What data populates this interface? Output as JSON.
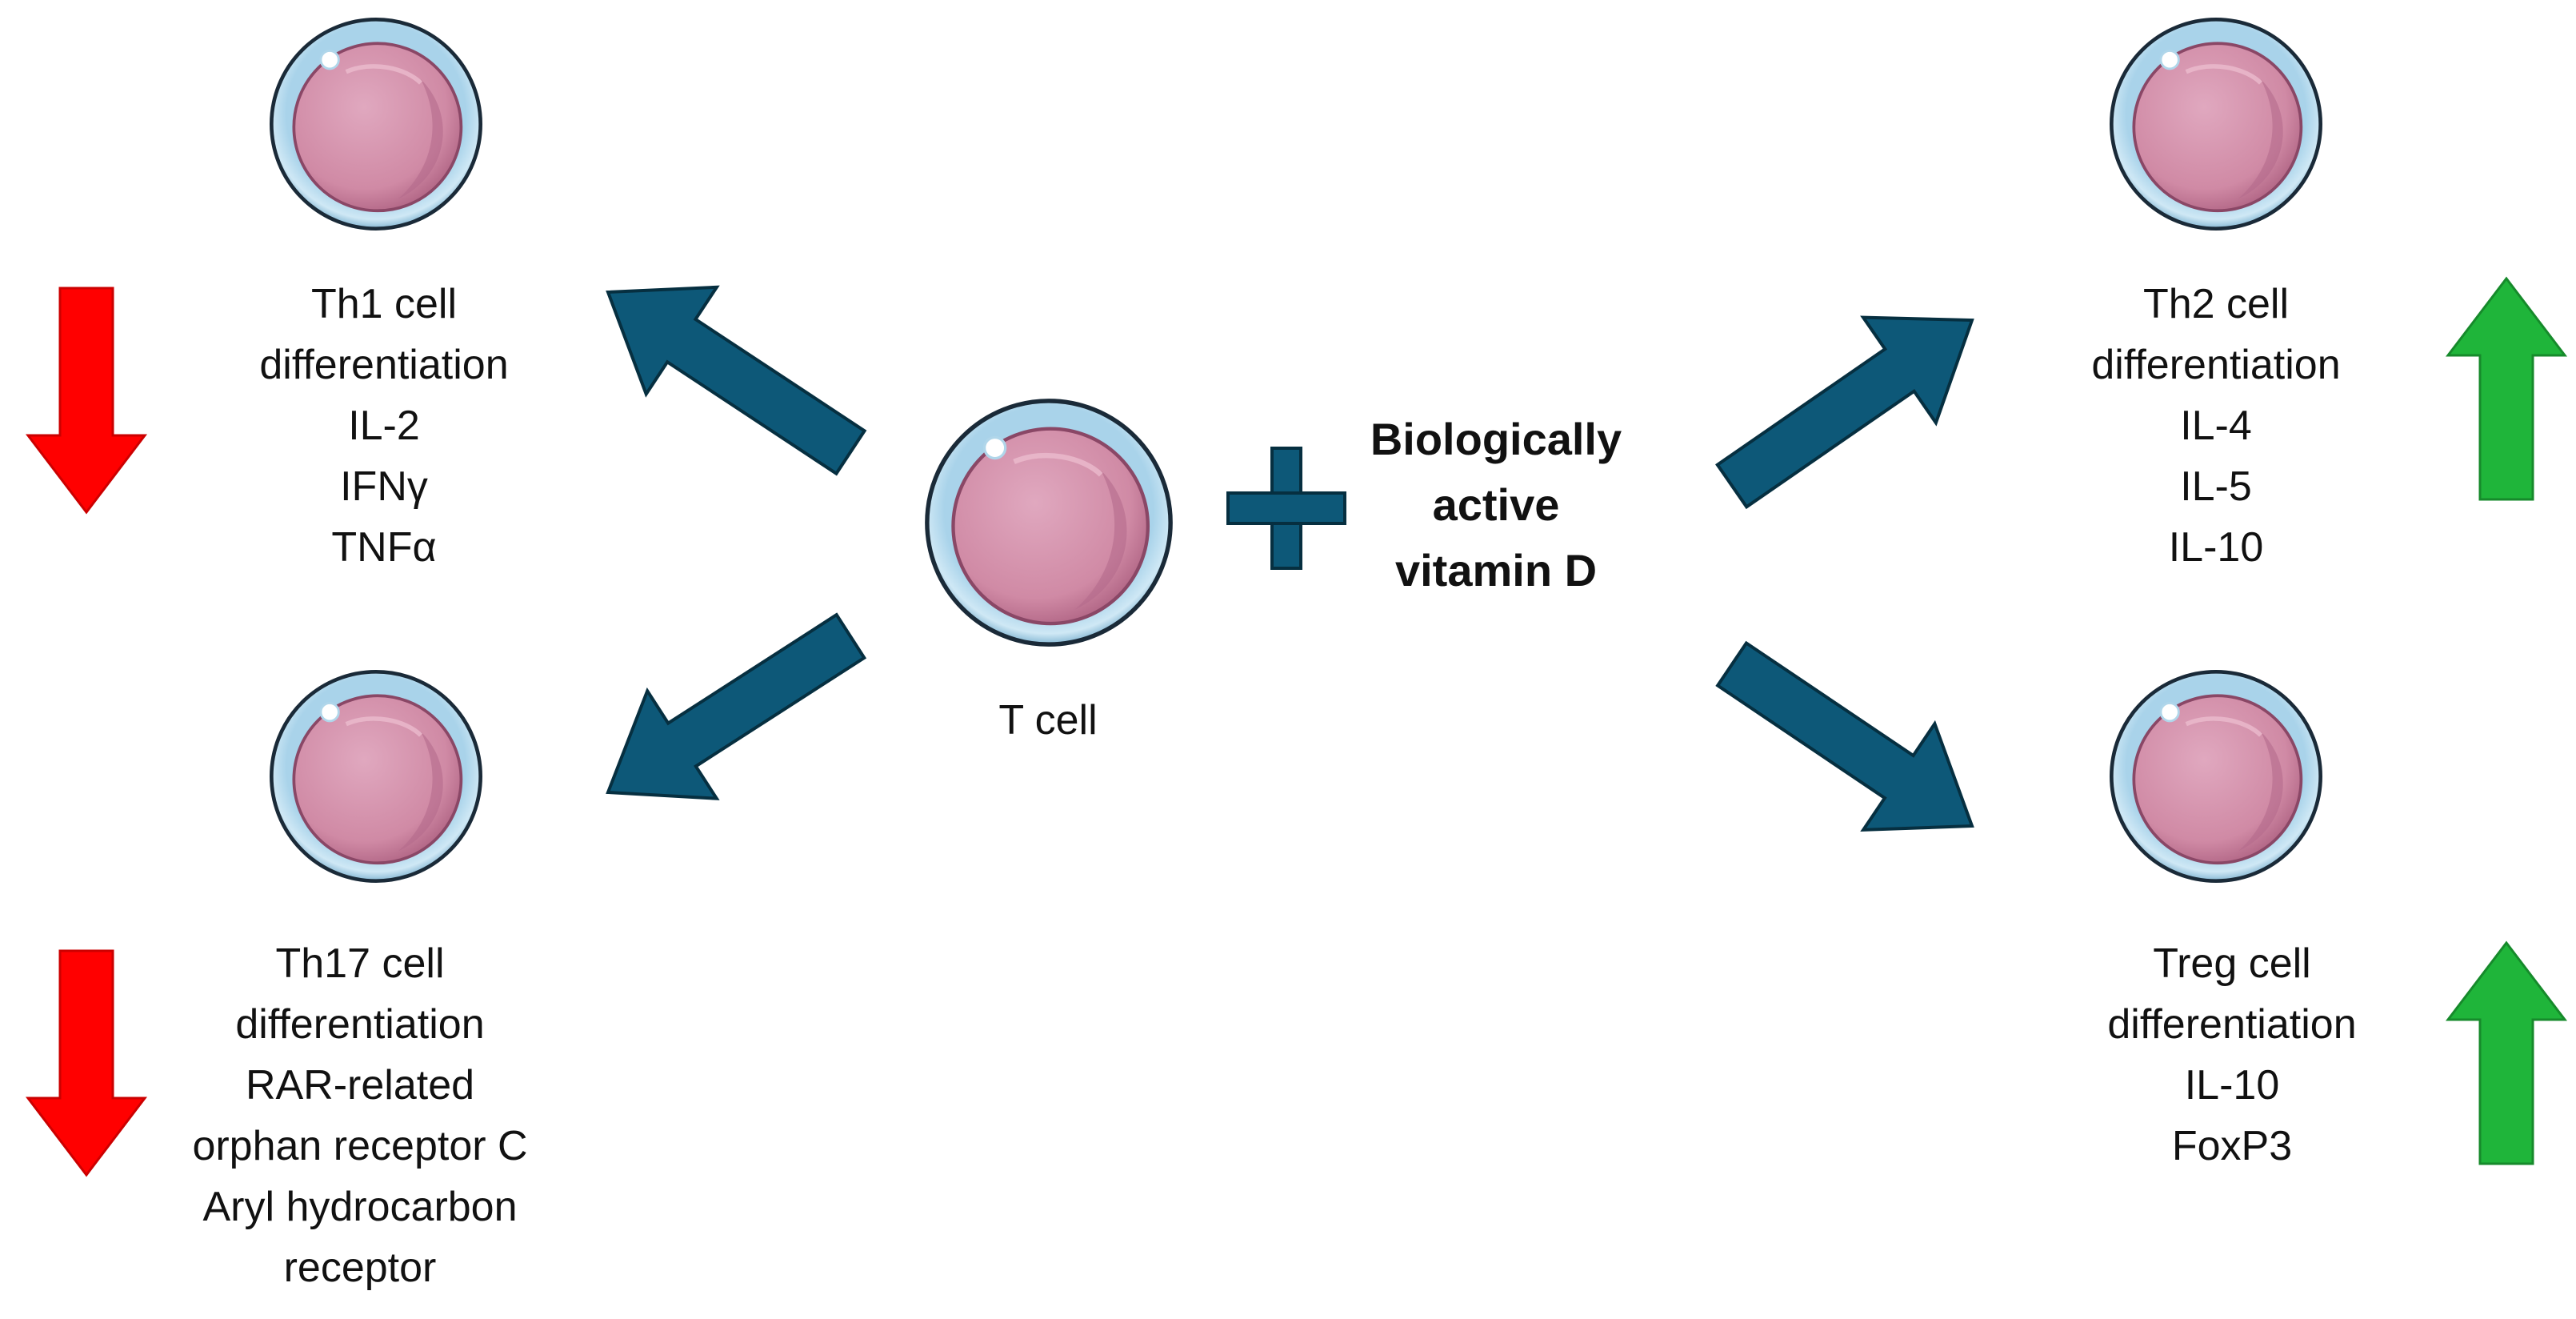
{
  "diagram": {
    "center": {
      "cell_label": "T cell",
      "modifier": [
        "Biologically",
        "active",
        "vitamin D"
      ]
    },
    "branches": {
      "th1": {
        "lines": [
          "Th1 cell",
          "differentiation",
          "IL-2",
          "IFNγ",
          "TNFα"
        ],
        "effect": "down"
      },
      "th17": {
        "lines": [
          "Th17 cell",
          "differentiation",
          "RAR-related",
          "orphan receptor C",
          "Aryl hydrocarbon",
          "receptor"
        ],
        "effect": "down"
      },
      "th2": {
        "lines": [
          "Th2 cell",
          "differentiation",
          "IL-4",
          "IL-5",
          "IL-10"
        ],
        "effect": "up"
      },
      "treg": {
        "lines": [
          "Treg cell",
          "differentiation",
          "IL-10",
          "FoxP3"
        ],
        "effect": "up"
      }
    },
    "colors": {
      "flow_arrow": "#0d5878",
      "down_arrow": "#ff0000",
      "up_arrow": "#1fb53a",
      "cell_membrane": "#b9dcef",
      "cell_nucleus": "#d48aa6"
    }
  }
}
